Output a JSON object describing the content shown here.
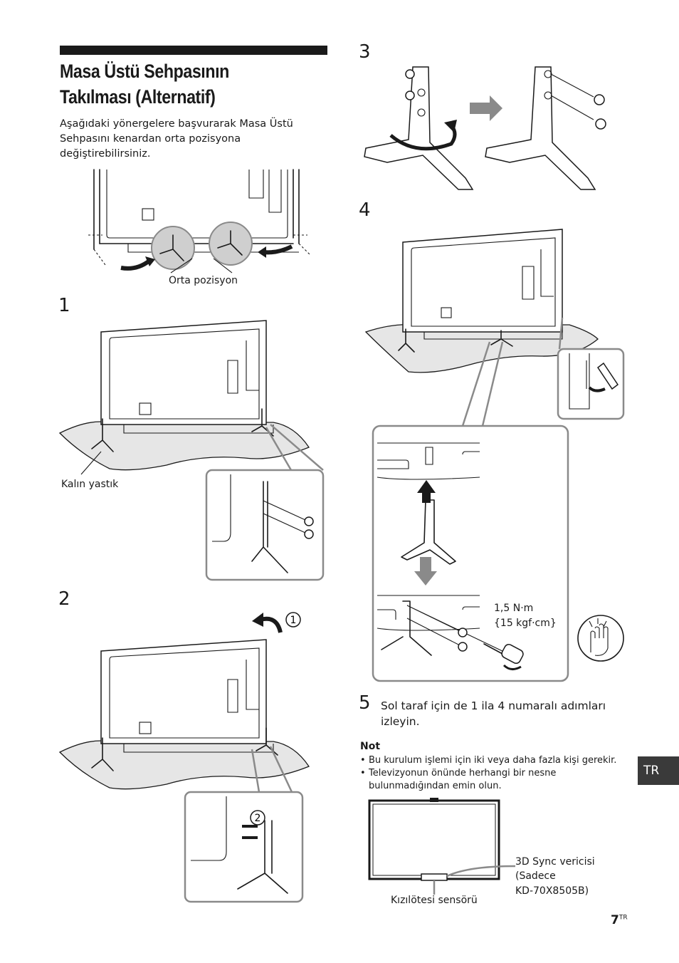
{
  "page": {
    "title_line1": "Masa Üstü Sehpasının",
    "title_line2": "Takılması (Alternatif)",
    "intro": "Aşağıdaki yönergelere başvurarak Masa Üstü Sehpasını kenardan orta pozisyona değiştirebilirsiniz.",
    "orta_pozisyon_label": "Orta pozisyon",
    "kalin_yastik_label": "Kalın yastık",
    "steps": {
      "s1": "1",
      "s2": "2",
      "s3": "3",
      "s4": "4",
      "s5": "5"
    },
    "circled_1": "1",
    "circled_2": "2",
    "torque_line1": "1,5 N·m",
    "torque_line2": "{15 kgf·cm}",
    "step5_text": "Sol taraf için de 1 ila 4 numaralı adımları izleyin.",
    "note": {
      "title": "Not",
      "items": [
        "Bu kurulum işlemi için iki veya daha fazla kişi gerekir.",
        "Televizyonun önünde herhangi bir nesne bulunmadığından emin olun."
      ]
    },
    "sync_label_line1": "3D Sync vericisi",
    "sync_label_line2": "(Sadece",
    "sync_label_line3": "KD-70X8505B)",
    "ir_sensor_label": "Kızılötesi sensörü",
    "lang_tab": "TR",
    "page_number": "7",
    "page_suffix": "TR"
  },
  "icons": [
    "screw-icon",
    "rotate-arrow-icon",
    "right-arrow-icon",
    "up-arrow-icon",
    "down-arrow-icon",
    "screwdriver-icon",
    "hand-warning-icon"
  ],
  "colors": {
    "text": "#1a1a1a",
    "callout_gray": "#8a8a8a",
    "tab_bg": "#3a3a3a"
  }
}
